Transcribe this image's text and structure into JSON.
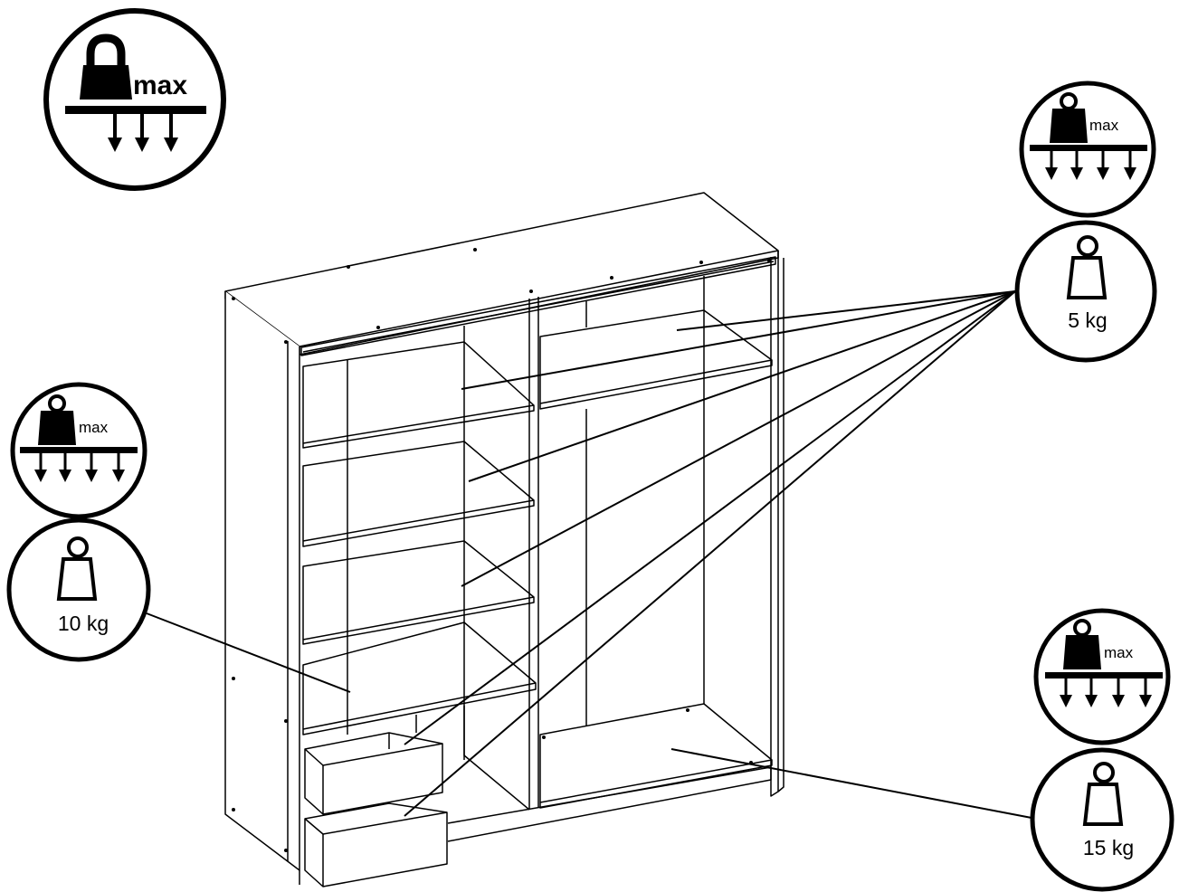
{
  "legend_icon": {
    "label": "max",
    "icon": "weight-max-load-icon"
  },
  "callouts": [
    {
      "id": "top-right",
      "max_label": "max",
      "weight_label": "5 kg"
    },
    {
      "id": "left",
      "max_label": "max",
      "weight_label": "10 kg"
    },
    {
      "id": "bottom-right",
      "max_label": "max",
      "weight_label": "15 kg"
    }
  ],
  "colors": {
    "line": "#000000",
    "background": "#ffffff"
  }
}
